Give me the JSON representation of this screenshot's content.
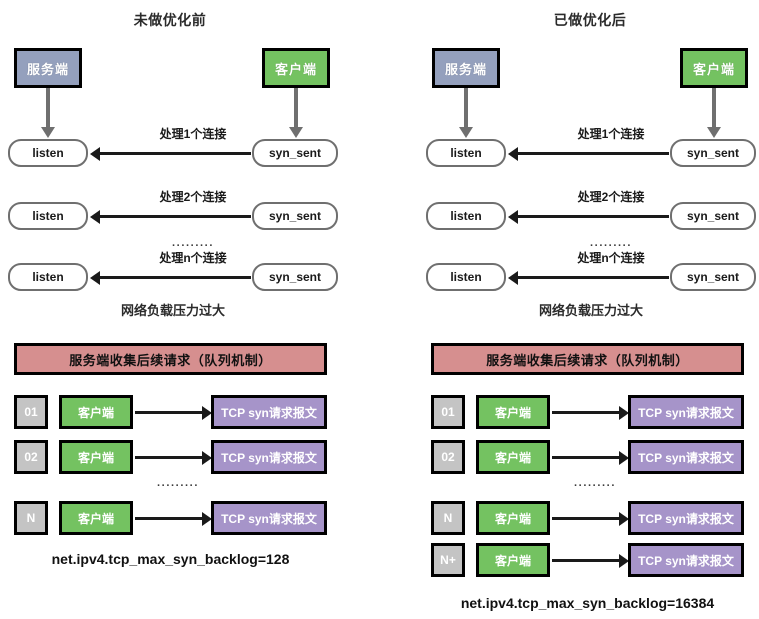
{
  "diagram": {
    "title_left": "未做优化前",
    "title_right": "已做优化后",
    "labels": {
      "server": "服务端",
      "client": "客户端",
      "listen": "listen",
      "syn_sent": "syn_sent",
      "edge1": "处理1个连接",
      "edge2": "处理2个连接",
      "edgeN": "处理n个连接",
      "ellipsis": "·········",
      "overload_note": "网络负载压力过大",
      "queue_header": "服务端收集后续请求（队列机制）",
      "syn_packet": "TCP syn请求报文"
    },
    "left": {
      "flows": [
        {
          "from": "syn_sent",
          "to": "listen",
          "label": "处理1个连接"
        },
        {
          "from": "syn_sent",
          "to": "listen",
          "label": "处理2个连接"
        },
        {
          "from": "syn_sent",
          "to": "listen",
          "label": "处理n个连接"
        }
      ],
      "queue_rows": [
        {
          "index": "01",
          "client": "客户端",
          "packet": "TCP syn请求报文"
        },
        {
          "index": "02",
          "client": "客户端",
          "packet": "TCP syn请求报文"
        },
        {
          "index": "N",
          "client": "客户端",
          "packet": "TCP syn请求报文"
        }
      ],
      "caption": "net.ipv4.tcp_max_syn_backlog=128"
    },
    "right": {
      "flows": [
        {
          "from": "syn_sent",
          "to": "listen",
          "label": "处理1个连接"
        },
        {
          "from": "syn_sent",
          "to": "listen",
          "label": "处理2个连接"
        },
        {
          "from": "syn_sent",
          "to": "listen",
          "label": "处理n个连接"
        }
      ],
      "queue_rows": [
        {
          "index": "01",
          "client": "客户端",
          "packet": "TCP syn请求报文"
        },
        {
          "index": "02",
          "client": "客户端",
          "packet": "TCP syn请求报文"
        },
        {
          "index": "N",
          "client": "客户端",
          "packet": "TCP syn请求报文"
        },
        {
          "index": "N+",
          "client": "客户端",
          "packet": "TCP syn请求报文"
        }
      ],
      "caption": "net.ipv4.tcp_max_syn_backlog=16384"
    },
    "colors": {
      "server_box": "#94a0bd",
      "client_box": "#74c261",
      "queue_header": "#d68f8f",
      "index_box": "#c4c4c4",
      "syn_box": "#a694c9",
      "pill_border": "#6f6f6f",
      "arrow": "#1a1a1a"
    }
  }
}
